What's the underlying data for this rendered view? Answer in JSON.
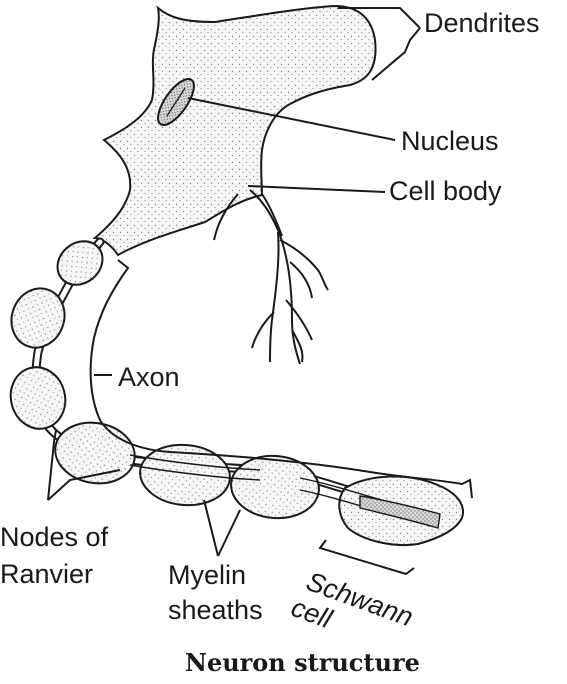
{
  "labels": {
    "dendrites": "Dendrites",
    "nucleus": "Nucleus",
    "cell_body": "Cell body",
    "axon": "Axon",
    "nodes_line1": "Nodes of",
    "nodes_line2": "Ranvier",
    "myelin_line1": "Myelin",
    "myelin_line2": "sheaths",
    "schwann_line1": "Schwann",
    "schwann_line2": "cell"
  },
  "caption": "Neuron structure",
  "colors": {
    "line": "#1a1a1a",
    "fill": "#f7f7f7",
    "stipple": "#8a8a8a",
    "background": "#ffffff"
  }
}
